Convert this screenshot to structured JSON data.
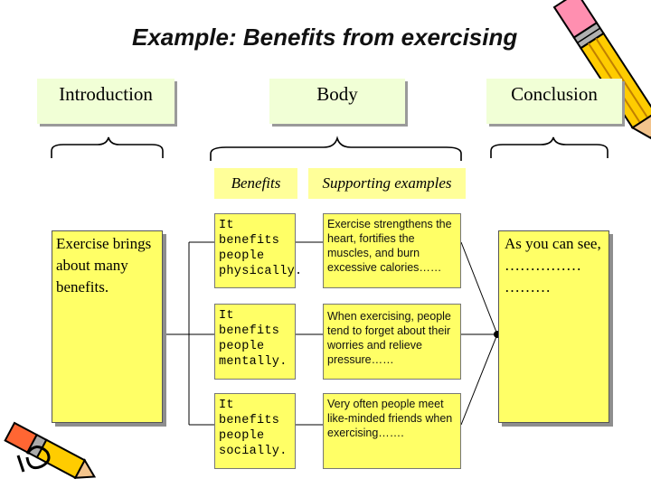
{
  "title": "Example: Benefits from exercising",
  "headers": {
    "introduction": "Introduction",
    "body": "Body",
    "conclusion": "Conclusion"
  },
  "columns": {
    "benefits": "Benefits",
    "supporting": "Supporting examples"
  },
  "introduction_text": "Exercise brings about many benefits.",
  "benefits": [
    "It benefits people physically.",
    "It benefits people mentally.",
    "It benefits people socially."
  ],
  "examples": [
    "Exercise strengthens the heart, fortifies the muscles, and burn excessive calories……",
    "When exercising, people tend to forget about their worries and relieve pressure……",
    "Very often people meet like-minded friends when exercising……."
  ],
  "conclusion_text": "As you can see, …………… ………",
  "colors": {
    "header_fill": "#f1ffd6",
    "box_fill": "#ffff66",
    "column_head_fill": "#ffff99"
  },
  "icons": [
    "pencil-icon-top",
    "pencil-icon-bottom"
  ]
}
